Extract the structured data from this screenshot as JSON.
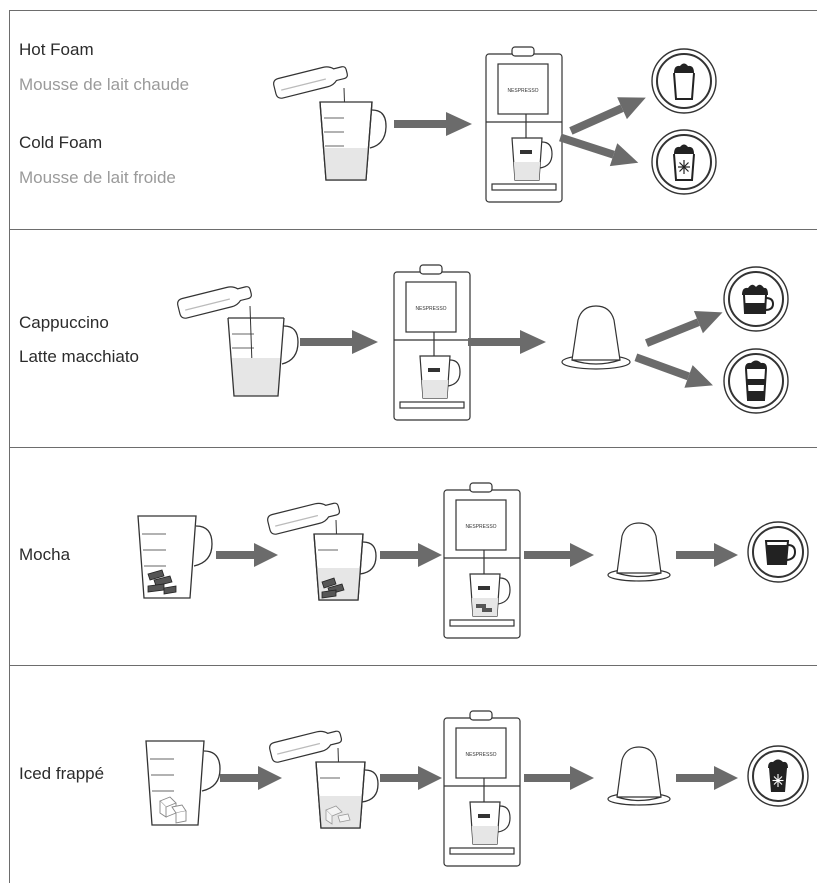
{
  "rows": [
    {
      "id": "foam",
      "labels": [
        "Hot Foam",
        "Mousse de lait chaude",
        "Cold Foam",
        "Mousse de lait froide"
      ],
      "label_muted": [
        false,
        true,
        false,
        true
      ],
      "icons": [
        "hot-foam-icon",
        "cold-foam-icon"
      ]
    },
    {
      "id": "cappuccino",
      "labels": [
        "Cappuccino",
        "Latte macchiato"
      ],
      "label_muted": [
        false,
        false
      ],
      "icons": [
        "cappuccino-icon",
        "latte-macchiato-icon"
      ]
    },
    {
      "id": "mocha",
      "labels": [
        "Mocha"
      ],
      "label_muted": [
        false
      ],
      "icons": [
        "mocha-icon"
      ]
    },
    {
      "id": "iced",
      "labels": [
        "Iced frappé"
      ],
      "label_muted": [
        false
      ],
      "icons": [
        "iced-frappe-icon"
      ]
    }
  ],
  "machine": {
    "brand": "NESPRESSO"
  },
  "colors": {
    "line": "#6d6d6d",
    "arrow": "#6b6b6b",
    "milk": "#e6e6e6",
    "ink": "#2b2b2b",
    "muted": "#9a9a9a"
  }
}
